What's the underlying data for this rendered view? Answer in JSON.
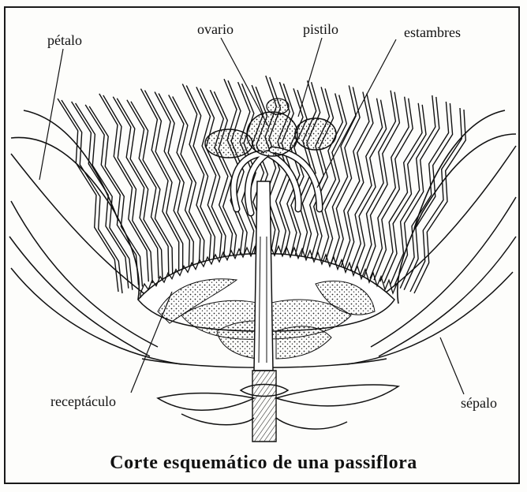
{
  "labels": {
    "petalo": "pétalo",
    "ovario": "ovario",
    "pistilo": "pistilo",
    "estambres": "estambres",
    "receptaculo": "receptáculo",
    "sepalo": "sépalo"
  },
  "caption": "Corte esquemático de una passiflora",
  "colors": {
    "ink": "#111111",
    "paper": "#fdfdfb"
  }
}
